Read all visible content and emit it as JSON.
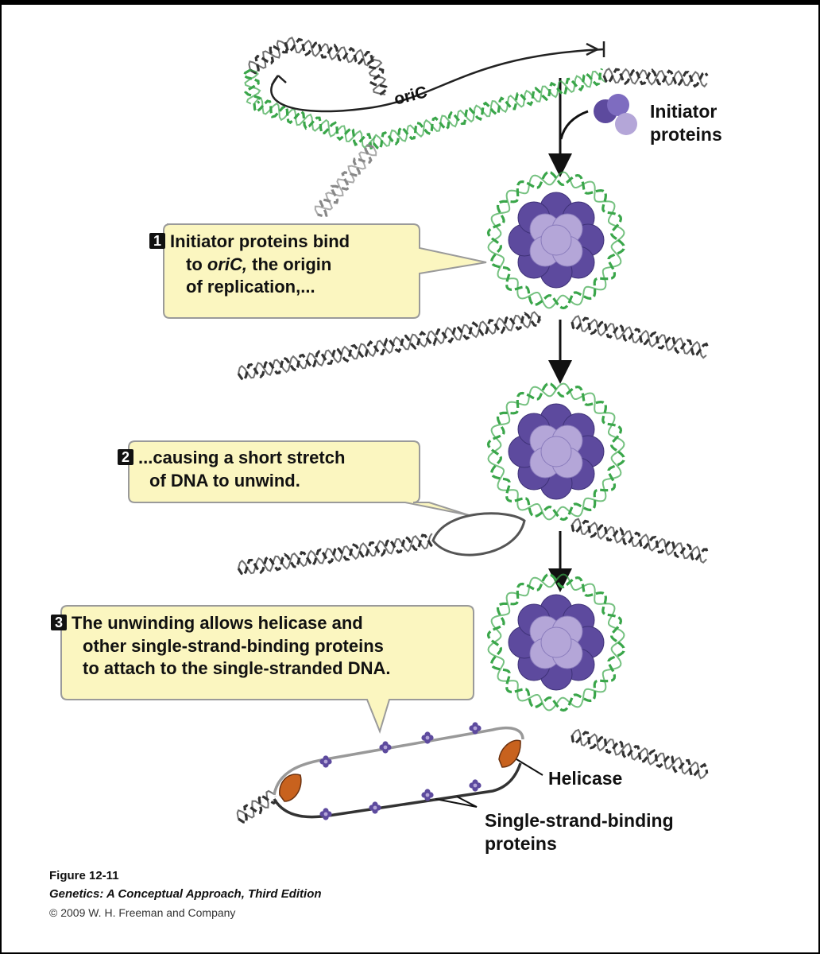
{
  "labels": {
    "oric": "oriC",
    "initiator_proteins": [
      "Initiator",
      "proteins"
    ],
    "helicase": "Helicase",
    "ssb": [
      "Single-strand-binding",
      "proteins"
    ]
  },
  "steps": [
    {
      "num": "1",
      "lines": [
        "Initiator proteins bind",
        "to ",
        "oriC,",
        " the origin",
        "of replication,..."
      ]
    },
    {
      "num": "2",
      "lines": [
        "...causing a short stretch",
        "of DNA to unwind."
      ]
    },
    {
      "num": "3",
      "lines": [
        "The unwinding allows helicase and",
        "other single-strand-binding proteins",
        "to attach to the single-stranded DNA."
      ]
    }
  ],
  "caption": {
    "figure": "Figure 12-11",
    "book": "Genetics: A Conceptual Approach, Third Edition",
    "copyright": "© 2009 W. H. Freeman and Company"
  },
  "colors": {
    "dna_green": "#3aa64a",
    "dna_gray": "#333333",
    "protein_dark": "#5d4a9e",
    "protein_light": "#b4a6d8",
    "helicase": "#c8621e",
    "callout_fill": "#fbf6c0",
    "callout_stroke": "#9a9a9a"
  }
}
